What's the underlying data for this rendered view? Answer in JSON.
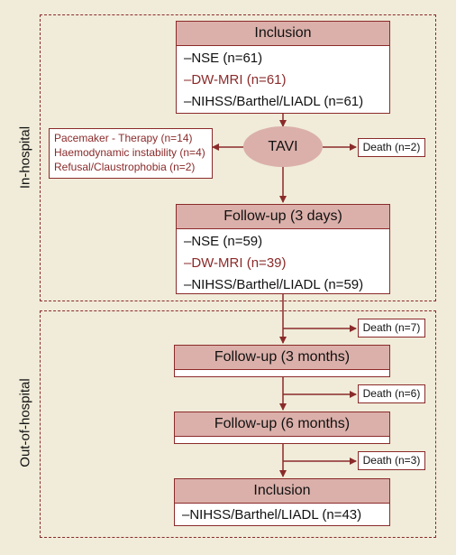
{
  "regions": {
    "in_hospital": "In-hospital",
    "out_of_hospital": "Out-of-hospital"
  },
  "inclusion": {
    "title": "Inclusion",
    "lines": [
      "–NSE (n=61)",
      "–DW-MRI (n=61)",
      "–NIHSS/Barthel/LIADL (n=61)"
    ]
  },
  "tavi": "TAVI",
  "exclusions": [
    "Pacemaker - Therapy (n=14)",
    "Haemodynamic instability (n=4)",
    "Refusal/Claustrophobia (n=2)"
  ],
  "deaths": [
    "Death (n=2)",
    "Death (n=7)",
    "Death (n=6)",
    "Death (n=3)"
  ],
  "followup_3d": {
    "title": "Follow-up (3 days)",
    "lines": [
      "–NSE (n=59)",
      "–DW-MRI (n=39)",
      "–NIHSS/Barthel/LIADL (n=59)"
    ]
  },
  "followup_3m": {
    "title": "Follow-up (3 months)"
  },
  "followup_6m": {
    "title": "Follow-up (6 months)"
  },
  "final": {
    "title": "Inclusion",
    "lines": [
      "–NIHSS/Barthel/LIADL (n=43)"
    ]
  },
  "colors": {
    "accent": "#8b2a2a",
    "header_fill": "#dbb0aa",
    "background": "#f0ecd9"
  }
}
